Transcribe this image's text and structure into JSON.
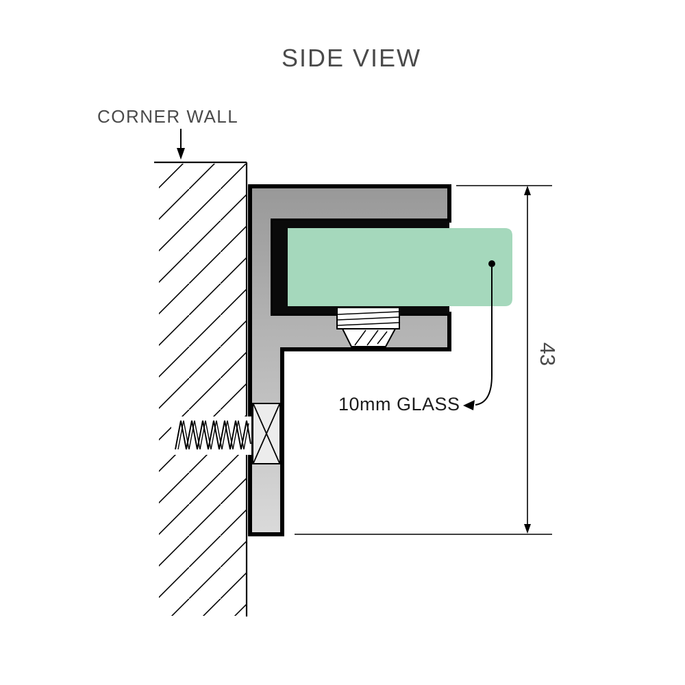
{
  "title": "SIDE VIEW",
  "labels": {
    "corner_wall": "CORNER WALL",
    "glass_callout": "10mm GLASS",
    "dimension_value": "43"
  },
  "colors": {
    "background": "#ffffff",
    "glass": "#a5d8bc",
    "gasket": "#0a0a0a",
    "outline": "#000000",
    "bracket_gradient_top": "#989898",
    "bracket_gradient_bottom": "#dadada",
    "label_gray": "#4a4a4a",
    "label_dark": "#1c1c1c"
  }
}
